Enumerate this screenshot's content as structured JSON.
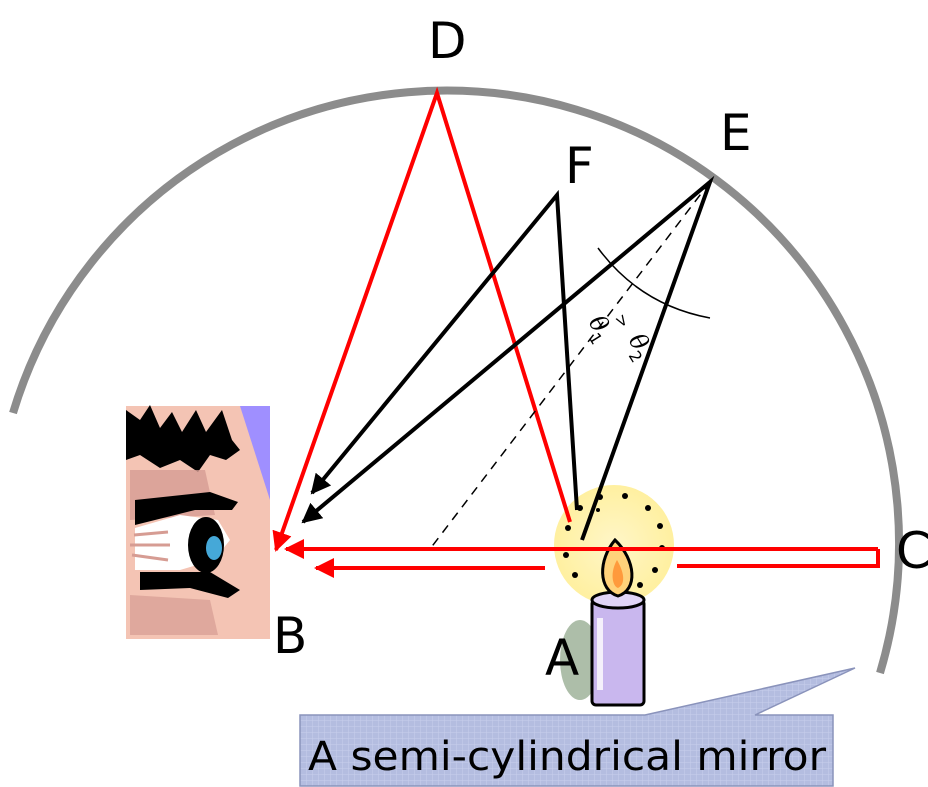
{
  "labels": {
    "D": "D",
    "E": "E",
    "F": "F",
    "C": "C",
    "B": "B",
    "A": "A"
  },
  "angles": {
    "theta1_symbol": "θ",
    "theta1_sub": "1",
    "relation": ">",
    "theta2_symbol": "θ",
    "theta2_sub": "2"
  },
  "callout": {
    "text": "A semi-cylindrical mirror"
  },
  "colors": {
    "mirror": "#8c8c8c",
    "red_rays": "#ff0000",
    "black_rays": "#000000",
    "callout_fill": "#b4bde0",
    "callout_stroke": "#8a93bb",
    "eye_skin": "#f4c4b4",
    "eye_accent": "#9f8fff",
    "candle_body": "#c9b7ee",
    "candle_glow": "#fff1a8"
  },
  "icons": {
    "eye": "eye-clipart",
    "candle": "candle-clipart"
  }
}
